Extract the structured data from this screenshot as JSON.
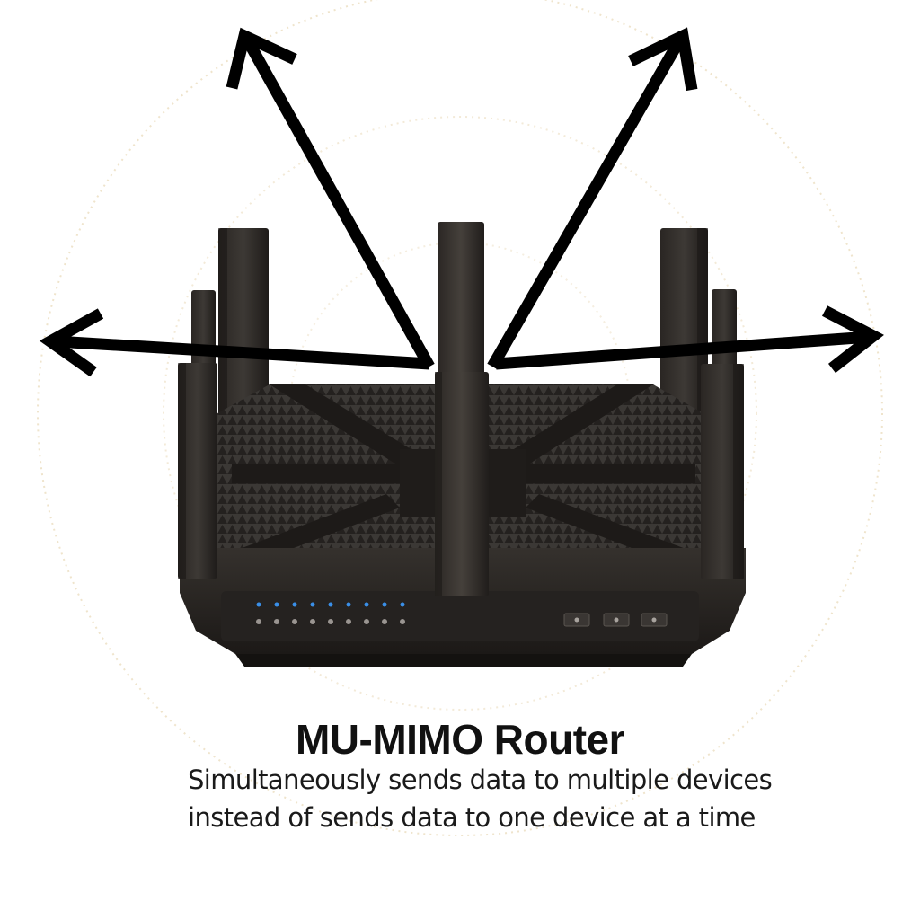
{
  "caption": {
    "title": "MU-MIMO Router",
    "lines": [
      "Simultaneously sends data to multiple devices",
      "instead of sends data to one device at a time"
    ]
  },
  "illustration": {
    "subject": "tri-band router with eight antennas",
    "arrow_directions": [
      "left",
      "upper-left",
      "upper-right",
      "right"
    ],
    "status_led_count": 9,
    "front_button_count": 3,
    "colors": {
      "arrow": "#000000",
      "router_body": "#2a2623",
      "led": "#3a8fe8",
      "signal_rings": "#efe4cc"
    }
  }
}
